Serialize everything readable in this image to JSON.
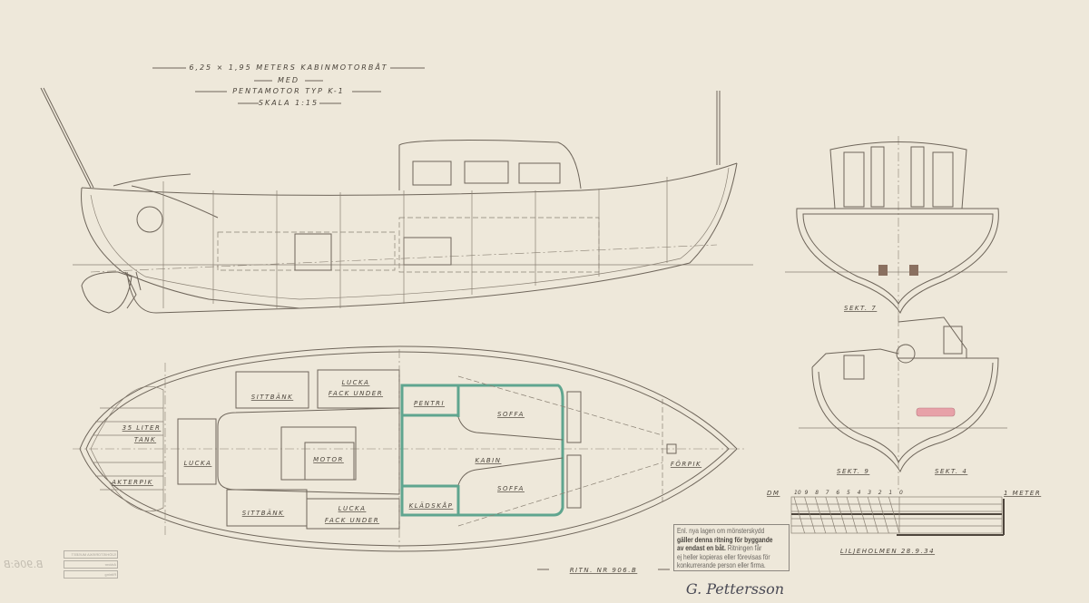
{
  "title": {
    "line1": "6,25 × 1,95 METERS KABINMOTORBÅT",
    "line2": "MED",
    "line3": "PENTAMOTOR TYP K-1",
    "line4": "SKALA 1:15"
  },
  "plan_labels": {
    "sittbank_upper": "SITTBÄNK",
    "lucka_upper": "LUCKA",
    "fack_upper": "FACK UNDER",
    "sittbank_lower": "SITTBÄNK",
    "lucka_lower": "LUCKA",
    "fack_lower": "FACK UNDER",
    "tank1": "35 LITER",
    "tank2": "TANK",
    "lucka_aft": "LUCKA",
    "motor": "MOTOR",
    "akterpik": "AKTERPIK",
    "pentri": "PENTRI",
    "soffa_upper": "SOFFA",
    "kabin": "KABIN",
    "soffa_lower": "SOFFA",
    "kladskap": "KLÄDSKÅP",
    "forpik": "FÖRPIK"
  },
  "sections": {
    "sekt7": "SEKT. 7",
    "sekt9": "SEKT. 9",
    "sekt4": "SEKT. 4"
  },
  "scale_bar": {
    "unit_left": "DM",
    "ticks": [
      "10",
      "9",
      "8",
      "7",
      "6",
      "5",
      "4",
      "3",
      "2",
      "1",
      "0"
    ],
    "unit_right": "1 METER"
  },
  "drawing_number": "RITN. NR 906.B",
  "place_date": "LILJEHOLMEN 28.9.34",
  "notice": {
    "line1": "Enl. nya lagen om mönsterskydd",
    "line2": "gäller denna ritning för byggande",
    "line3": "av endast en båt.",
    "line3b": "Ritningen får",
    "line4": "ej heller kopieras eller förevisas för",
    "line5": "konkurrerande person eller firma."
  },
  "signature": "G. Pettersson",
  "archive_stamp": {
    "museum": "SJÖHISTORISKA MUSEET",
    "arkivnr": "Arkivnr",
    "ritning": "Ritning",
    "pencil_note": "B.906:B"
  },
  "colors": {
    "paper": "#eee8da",
    "ink": "#6e655a",
    "cabin_outline": "#5fa58f",
    "cushion": "#e7a1a8"
  }
}
